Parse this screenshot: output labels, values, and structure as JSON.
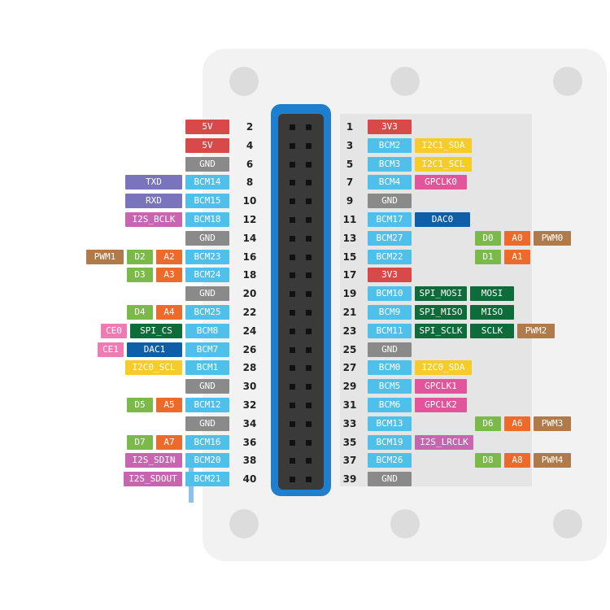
{
  "colors": {
    "power5": "#d84a4a",
    "power3": "#d84a4a",
    "gnd": "#8a8a8a",
    "bcm": "#4fc0ea",
    "i2c": "#f7cc2a",
    "gpclk": "#e3559a",
    "uart": "#7a74bd",
    "i2s": "#c865b1",
    "spi": "#0e6b3a",
    "dac": "#0e5fa8",
    "pwm": "#b07a4a",
    "digital": "#7ab94a",
    "analog": "#ec6a2a",
    "ce": "#f07ab2"
  },
  "pins": [
    {
      "number": "1",
      "left": [],
      "right": [
        {
          "text": "3V3",
          "type": "power3"
        }
      ]
    },
    {
      "number": "2",
      "left": [
        {
          "text": "5V",
          "type": "power5"
        }
      ],
      "right": []
    },
    {
      "number": "3",
      "left": [],
      "right": [
        {
          "text": "BCM2",
          "type": "bcm"
        },
        {
          "text": "I2C1_SDA",
          "type": "i2c"
        }
      ]
    },
    {
      "number": "4",
      "left": [
        {
          "text": "5V",
          "type": "power5"
        }
      ],
      "right": []
    },
    {
      "number": "5",
      "left": [],
      "right": [
        {
          "text": "BCM3",
          "type": "bcm"
        },
        {
          "text": "I2C1_SCL",
          "type": "i2c"
        }
      ]
    },
    {
      "number": "6",
      "left": [
        {
          "text": "GND",
          "type": "gnd"
        }
      ],
      "right": []
    },
    {
      "number": "7",
      "left": [],
      "right": [
        {
          "text": "BCM4",
          "type": "bcm"
        },
        {
          "text": "GPCLK0",
          "type": "gpclk"
        }
      ]
    },
    {
      "number": "8",
      "left": [
        {
          "text": "BCM14",
          "type": "bcm"
        },
        {
          "text": "TXD",
          "type": "uart"
        }
      ],
      "right": []
    },
    {
      "number": "9",
      "left": [],
      "right": [
        {
          "text": "GND",
          "type": "gnd"
        }
      ]
    },
    {
      "number": "10",
      "left": [
        {
          "text": "BCM15",
          "type": "bcm"
        },
        {
          "text": "RXD",
          "type": "uart"
        }
      ],
      "right": []
    },
    {
      "number": "11",
      "left": [],
      "right": [
        {
          "text": "BCM17",
          "type": "bcm"
        },
        {
          "text": "DAC0",
          "type": "dac"
        }
      ]
    },
    {
      "number": "12",
      "left": [
        {
          "text": "BCM18",
          "type": "bcm"
        },
        {
          "text": "I2S_BCLK",
          "type": "i2s"
        }
      ],
      "right": []
    },
    {
      "number": "13",
      "left": [],
      "right": [
        {
          "text": "BCM27",
          "type": "bcm"
        },
        {
          "text": "D0",
          "type": "digital"
        },
        {
          "text": "A0",
          "type": "analog"
        },
        {
          "text": "PWM0",
          "type": "pwm"
        }
      ]
    },
    {
      "number": "14",
      "left": [
        {
          "text": "GND",
          "type": "gnd"
        }
      ],
      "right": []
    },
    {
      "number": "15",
      "left": [],
      "right": [
        {
          "text": "BCM22",
          "type": "bcm"
        },
        {
          "text": "D1",
          "type": "digital"
        },
        {
          "text": "A1",
          "type": "analog"
        }
      ]
    },
    {
      "number": "16",
      "left": [
        {
          "text": "BCM23",
          "type": "bcm"
        },
        {
          "text": "A2",
          "type": "analog"
        },
        {
          "text": "D2",
          "type": "digital"
        },
        {
          "text": "PWM1",
          "type": "pwm"
        }
      ],
      "right": []
    },
    {
      "number": "17",
      "left": [],
      "right": [
        {
          "text": "3V3",
          "type": "power3"
        }
      ]
    },
    {
      "number": "18",
      "left": [
        {
          "text": "BCM24",
          "type": "bcm"
        },
        {
          "text": "A3",
          "type": "analog"
        },
        {
          "text": "D3",
          "type": "digital"
        }
      ],
      "right": []
    },
    {
      "number": "19",
      "left": [],
      "right": [
        {
          "text": "BCM10",
          "type": "bcm"
        },
        {
          "text": "SPI_MOSI",
          "type": "spi"
        },
        {
          "text": "MOSI",
          "type": "spi"
        }
      ]
    },
    {
      "number": "20",
      "left": [
        {
          "text": "GND",
          "type": "gnd"
        }
      ],
      "right": []
    },
    {
      "number": "21",
      "left": [],
      "right": [
        {
          "text": "BCM9",
          "type": "bcm"
        },
        {
          "text": "SPI_MISO",
          "type": "spi"
        },
        {
          "text": "MISO",
          "type": "spi"
        }
      ]
    },
    {
      "number": "22",
      "left": [
        {
          "text": "BCM25",
          "type": "bcm"
        },
        {
          "text": "A4",
          "type": "analog"
        },
        {
          "text": "D4",
          "type": "digital"
        }
      ],
      "right": []
    },
    {
      "number": "23",
      "left": [],
      "right": [
        {
          "text": "BCM11",
          "type": "bcm"
        },
        {
          "text": "SPI_SCLK",
          "type": "spi"
        },
        {
          "text": "SCLK",
          "type": "spi"
        },
        {
          "text": "PWM2",
          "type": "pwm"
        }
      ]
    },
    {
      "number": "24",
      "left": [
        {
          "text": "BCM8",
          "type": "bcm"
        },
        {
          "text": "SPI_CS",
          "type": "spi"
        },
        {
          "text": "CE0",
          "type": "ce"
        }
      ],
      "right": []
    },
    {
      "number": "25",
      "left": [],
      "right": [
        {
          "text": "GND",
          "type": "gnd"
        }
      ]
    },
    {
      "number": "26",
      "left": [
        {
          "text": "BCM7",
          "type": "bcm"
        },
        {
          "text": "DAC1",
          "type": "dac"
        },
        {
          "text": "CE1",
          "type": "ce"
        }
      ],
      "right": []
    },
    {
      "number": "27",
      "left": [],
      "right": [
        {
          "text": "BCM0",
          "type": "bcm"
        },
        {
          "text": "I2C0_SDA",
          "type": "i2c"
        }
      ]
    },
    {
      "number": "28",
      "left": [
        {
          "text": "BCM1",
          "type": "bcm"
        },
        {
          "text": "I2C0_SCL",
          "type": "i2c"
        }
      ],
      "right": []
    },
    {
      "number": "29",
      "left": [],
      "right": [
        {
          "text": "BCM5",
          "type": "bcm"
        },
        {
          "text": "GPCLK1",
          "type": "gpclk"
        }
      ]
    },
    {
      "number": "30",
      "left": [
        {
          "text": "GND",
          "type": "gnd"
        }
      ],
      "right": []
    },
    {
      "number": "31",
      "left": [],
      "right": [
        {
          "text": "BCM6",
          "type": "bcm"
        },
        {
          "text": "GPCLK2",
          "type": "gpclk"
        }
      ]
    },
    {
      "number": "32",
      "left": [
        {
          "text": "BCM12",
          "type": "bcm"
        },
        {
          "text": "A5",
          "type": "analog"
        },
        {
          "text": "D5",
          "type": "digital"
        }
      ],
      "right": []
    },
    {
      "number": "33",
      "left": [],
      "right": [
        {
          "text": "BCM13",
          "type": "bcm"
        },
        {
          "text": "D6",
          "type": "digital"
        },
        {
          "text": "A6",
          "type": "analog"
        },
        {
          "text": "PWM3",
          "type": "pwm"
        }
      ]
    },
    {
      "number": "34",
      "left": [
        {
          "text": "GND",
          "type": "gnd"
        }
      ],
      "right": []
    },
    {
      "number": "35",
      "left": [],
      "right": [
        {
          "text": "BCM19",
          "type": "bcm"
        },
        {
          "text": "I2S_LRCLK",
          "type": "i2s"
        }
      ]
    },
    {
      "number": "36",
      "left": [
        {
          "text": "BCM16",
          "type": "bcm"
        },
        {
          "text": "A7",
          "type": "analog"
        },
        {
          "text": "D7",
          "type": "digital"
        }
      ],
      "right": []
    },
    {
      "number": "37",
      "left": [],
      "right": [
        {
          "text": "BCM26",
          "type": "bcm"
        },
        {
          "text": "D8",
          "type": "digital"
        },
        {
          "text": "A8",
          "type": "analog"
        },
        {
          "text": "PWM4",
          "type": "pwm"
        }
      ]
    },
    {
      "number": "38",
      "left": [
        {
          "text": "BCM20",
          "type": "bcm"
        },
        {
          "text": "I2S_SDIN",
          "type": "i2s"
        }
      ],
      "right": []
    },
    {
      "number": "39",
      "left": [],
      "right": [
        {
          "text": "GND",
          "type": "gnd"
        }
      ]
    },
    {
      "number": "40",
      "left": [
        {
          "text": "BCM21",
          "type": "bcm"
        },
        {
          "text": "I2S_SDOUT",
          "type": "i2s"
        }
      ],
      "right": []
    }
  ]
}
